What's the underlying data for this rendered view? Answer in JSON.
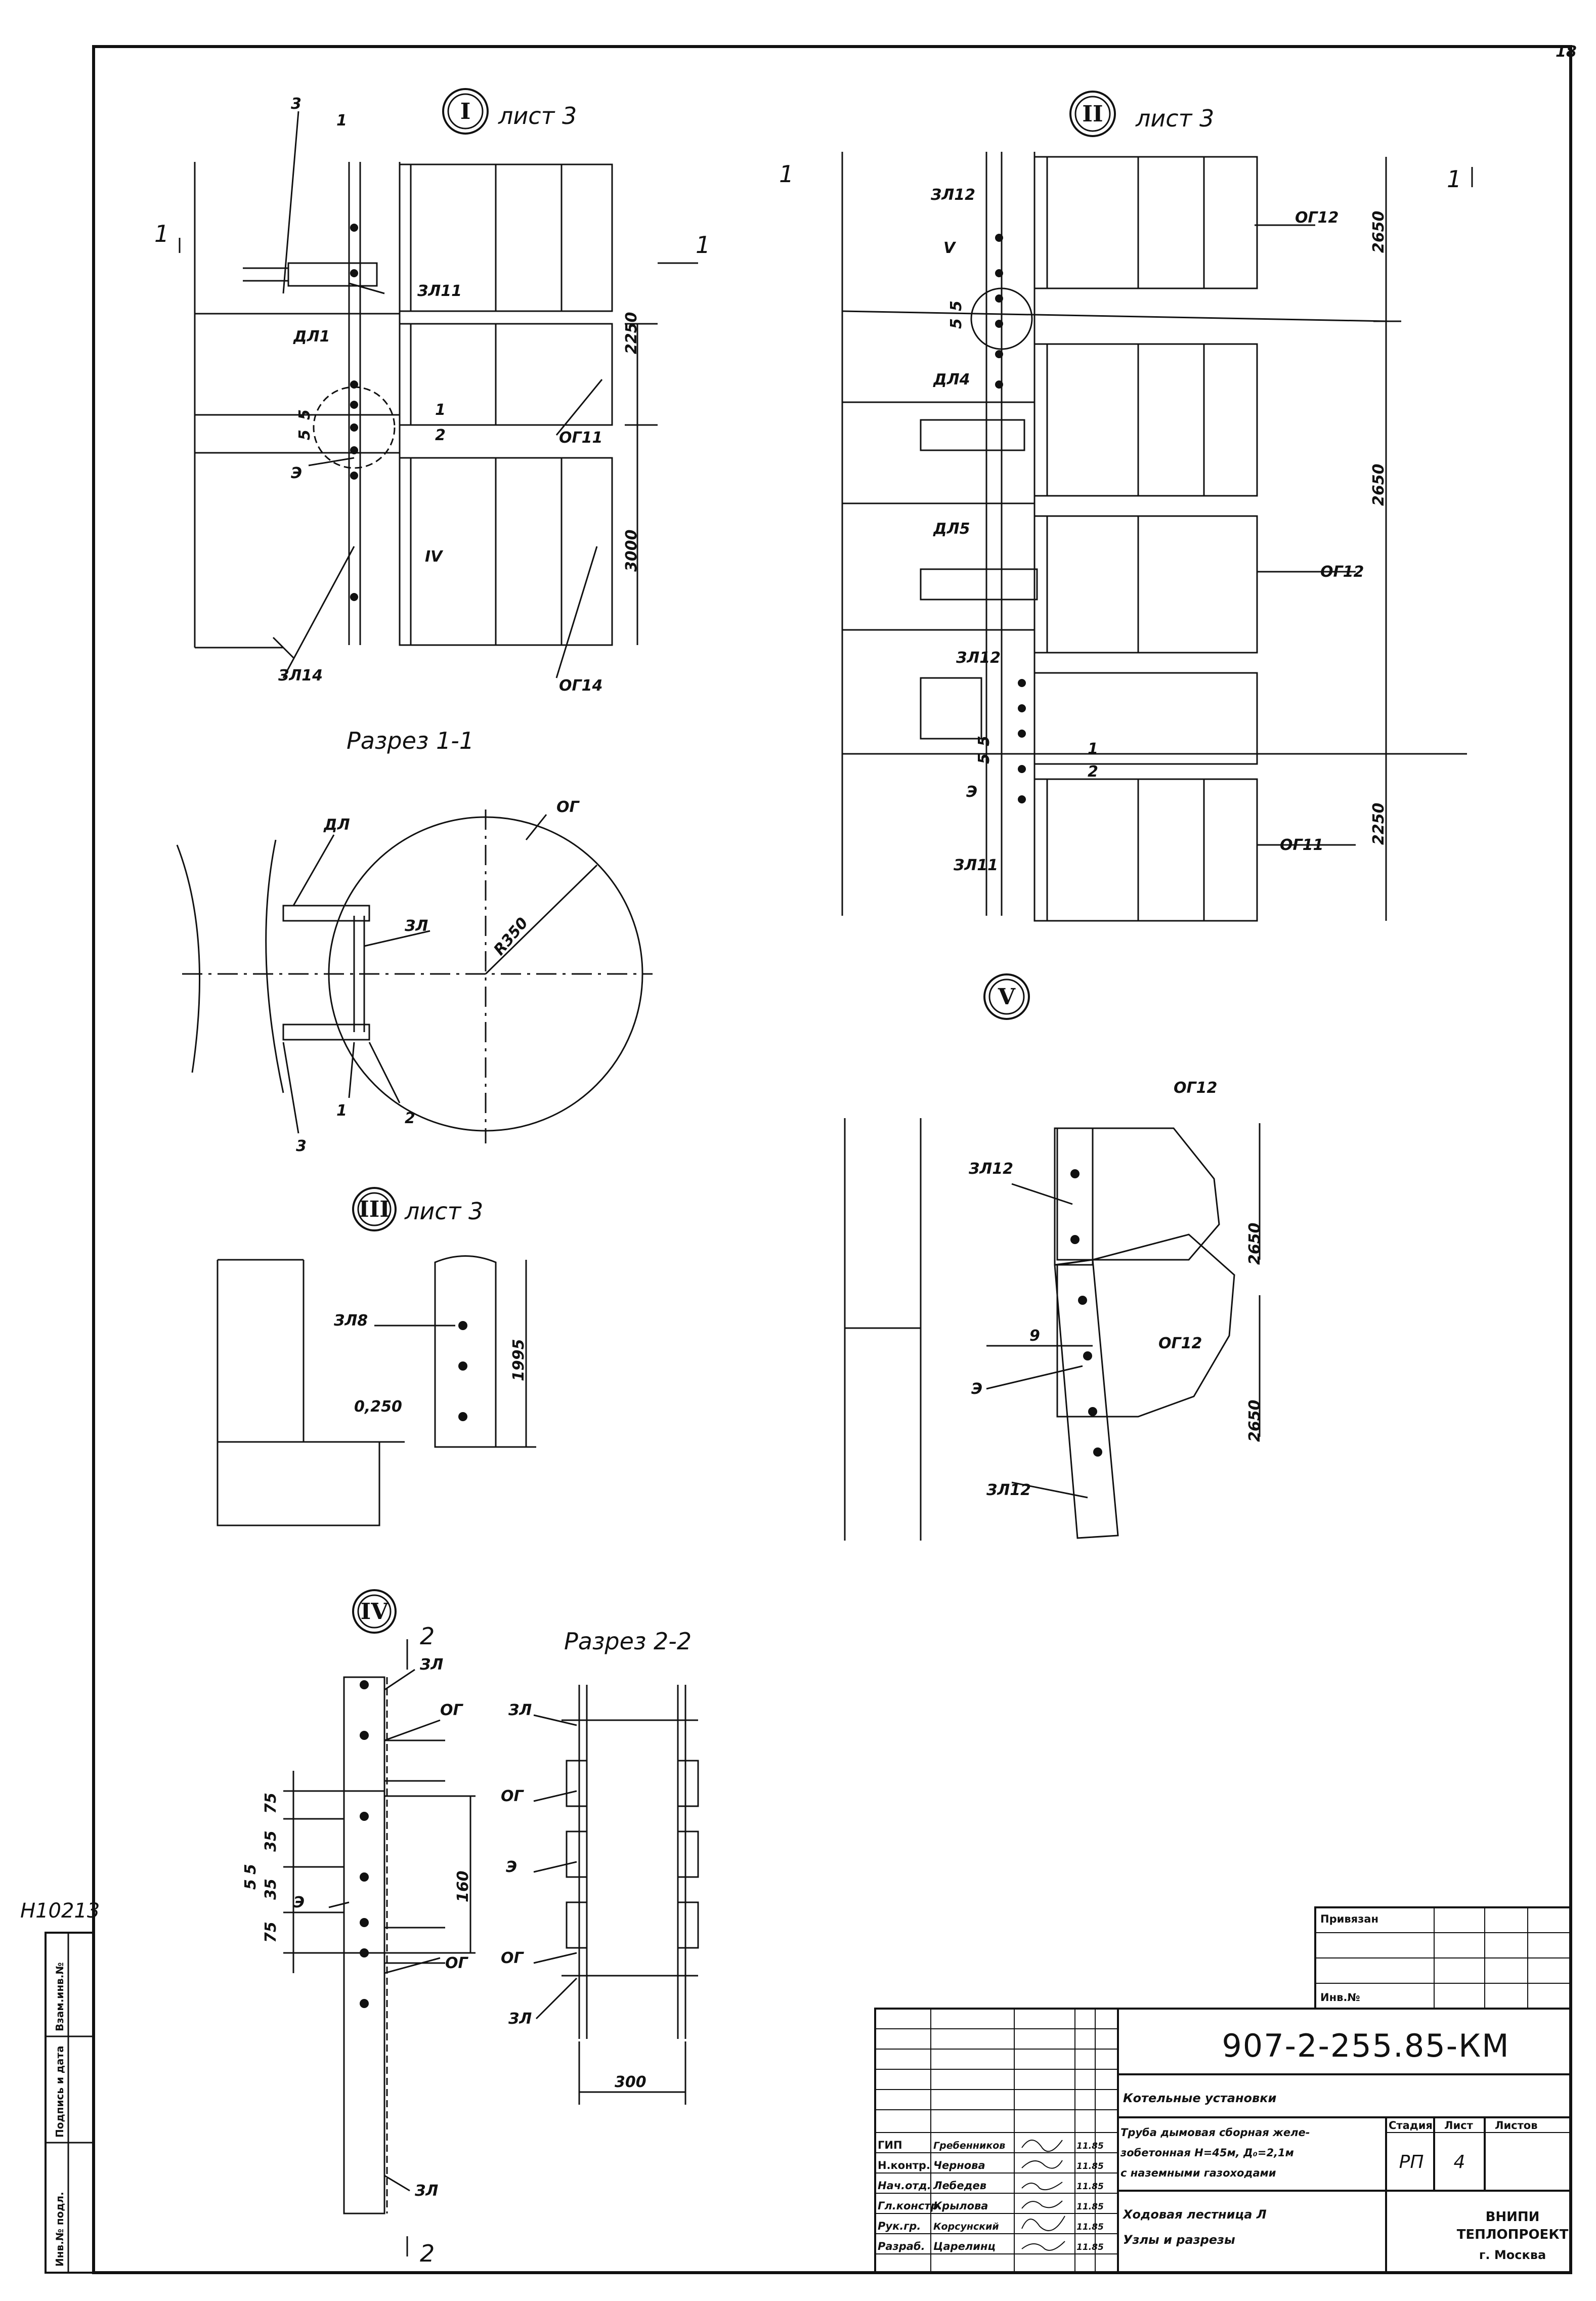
{
  "sheet": {
    "page_number": "18",
    "inventory_stamp": "Н10213",
    "left_margin_labels": [
      "Инв.№ подл.",
      "Подпись и дата",
      "Взам.инв.№"
    ]
  },
  "views": {
    "node1": {
      "numeral": "I",
      "sheet_ref": "лист 3",
      "labels": [
        "3",
        "1",
        "1",
        "1",
        "ЗЛ11",
        "ДЛ1",
        "1",
        "2",
        "ОГ11",
        "Э",
        "IV",
        "ЗЛ14",
        "ОГ14",
        "5",
        "5"
      ],
      "dims": [
        "2250",
        "3000"
      ]
    },
    "node2": {
      "numeral": "II",
      "sheet_ref": "лист 3",
      "labels": [
        "1",
        "1",
        "ЗЛ12",
        "ОГ12",
        "V",
        "ДЛ4",
        "ДЛ5",
        "ОГ12",
        "ЗЛ12",
        "1",
        "2",
        "Э",
        "ЗЛ11",
        "ОГ11",
        "5",
        "5",
        "5",
        "5"
      ],
      "dims": [
        "2650",
        "2650",
        "2250"
      ]
    },
    "section11": {
      "title": "Разрез 1-1",
      "labels": [
        "ДЛ",
        "ОГ",
        "ЗЛ",
        "R350",
        "3",
        "1",
        "2"
      ]
    },
    "node3": {
      "numeral": "III",
      "sheet_ref": "лист 3",
      "labels": [
        "ЗЛ8",
        "0,250"
      ],
      "dims": [
        "1995"
      ]
    },
    "node5": {
      "numeral": "V",
      "labels": [
        "ОГ12",
        "ЗЛ12",
        "9",
        "ОГ12",
        "Э",
        "ЗЛ12"
      ],
      "dims": [
        "2650",
        "2650"
      ]
    },
    "node4": {
      "numeral": "IV",
      "labels": [
        "2",
        "ЗЛ",
        "ОГ",
        "Э",
        "ОГ",
        "ЗЛ",
        "2"
      ],
      "dims": [
        "75",
        "5",
        "5",
        "35",
        "35",
        "75",
        "160"
      ]
    },
    "section22": {
      "title": "Разрез 2-2",
      "labels": [
        "ЗЛ",
        "ОГ",
        "Э",
        "ОГ",
        "ЗЛ"
      ],
      "dims": [
        "300"
      ]
    }
  },
  "title_block": {
    "privyazan": "Привязан",
    "inv_no": "Инв.№",
    "doc_code": "907-2-255.85-КМ",
    "project": "Котельные установки",
    "object": [
      "Труба дымовая сборная желе-",
      "зобетонная Н=45м, Д₀=2,1м",
      "с наземными газоходами"
    ],
    "drawing_name": [
      "Ходовая лестница Л",
      "Узлы и разрезы"
    ],
    "col_headers": [
      "Стадия",
      "Лист",
      "Листов"
    ],
    "stage": "РП",
    "sheet": "4",
    "sheets_total": "",
    "org": [
      "ВНИПИ",
      "ТЕПЛОПРОЕКТ",
      "г. Москва"
    ],
    "roles": [
      "ГИП",
      "Н.контр.",
      "Нач.отд.",
      "Гл.констр.",
      "Рук.гр.",
      "Разраб."
    ],
    "names": [
      "Гребенников",
      "Чернова",
      "Лебедев",
      "Крылова",
      "Корсунский",
      "Царелинц"
    ],
    "dates": [
      "11.85",
      "11.85",
      "11.85",
      "11.85",
      "11.85",
      "11.85"
    ]
  }
}
